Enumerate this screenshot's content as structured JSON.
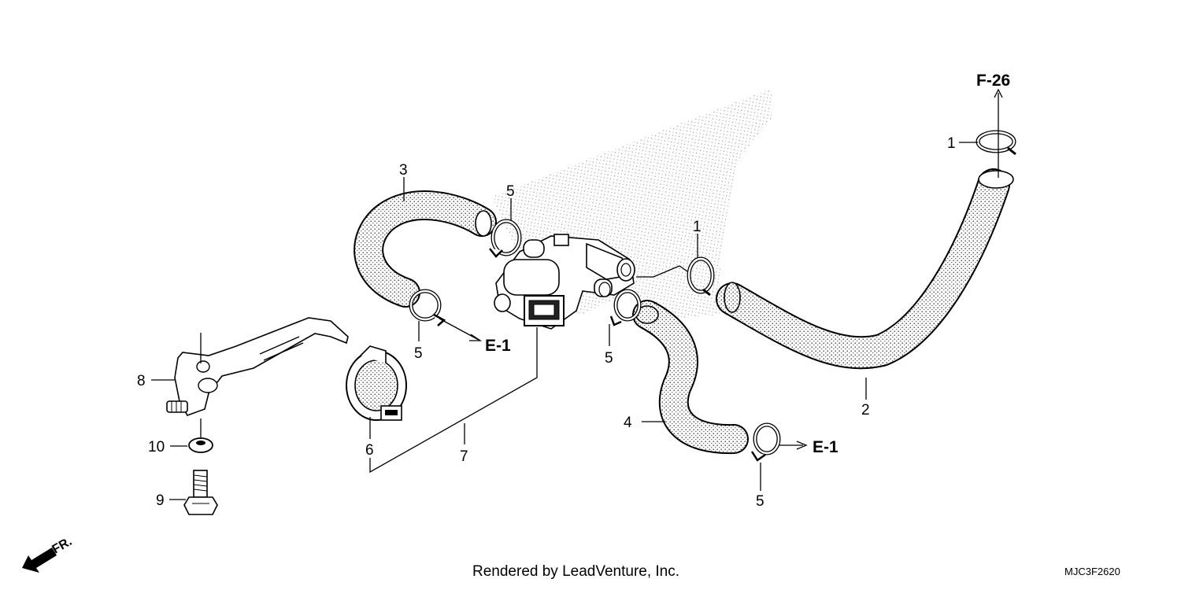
{
  "callouts": {
    "c1_top": "1",
    "c1_mid": "1",
    "c2": "2",
    "c3": "3",
    "c4": "4",
    "c5_top": "5",
    "c5_left": "5",
    "c5_mid": "5",
    "c5_bottom": "5",
    "c6": "6",
    "c7": "7",
    "c8": "8",
    "c9": "9",
    "c10": "10"
  },
  "references": {
    "f26": "F-26",
    "e1_left": "E-1",
    "e1_right": "E-1"
  },
  "orientation_label": "FR.",
  "footer_credit": "Rendered by LeadVenture, Inc.",
  "diagram_code": "MJC3F2620"
}
